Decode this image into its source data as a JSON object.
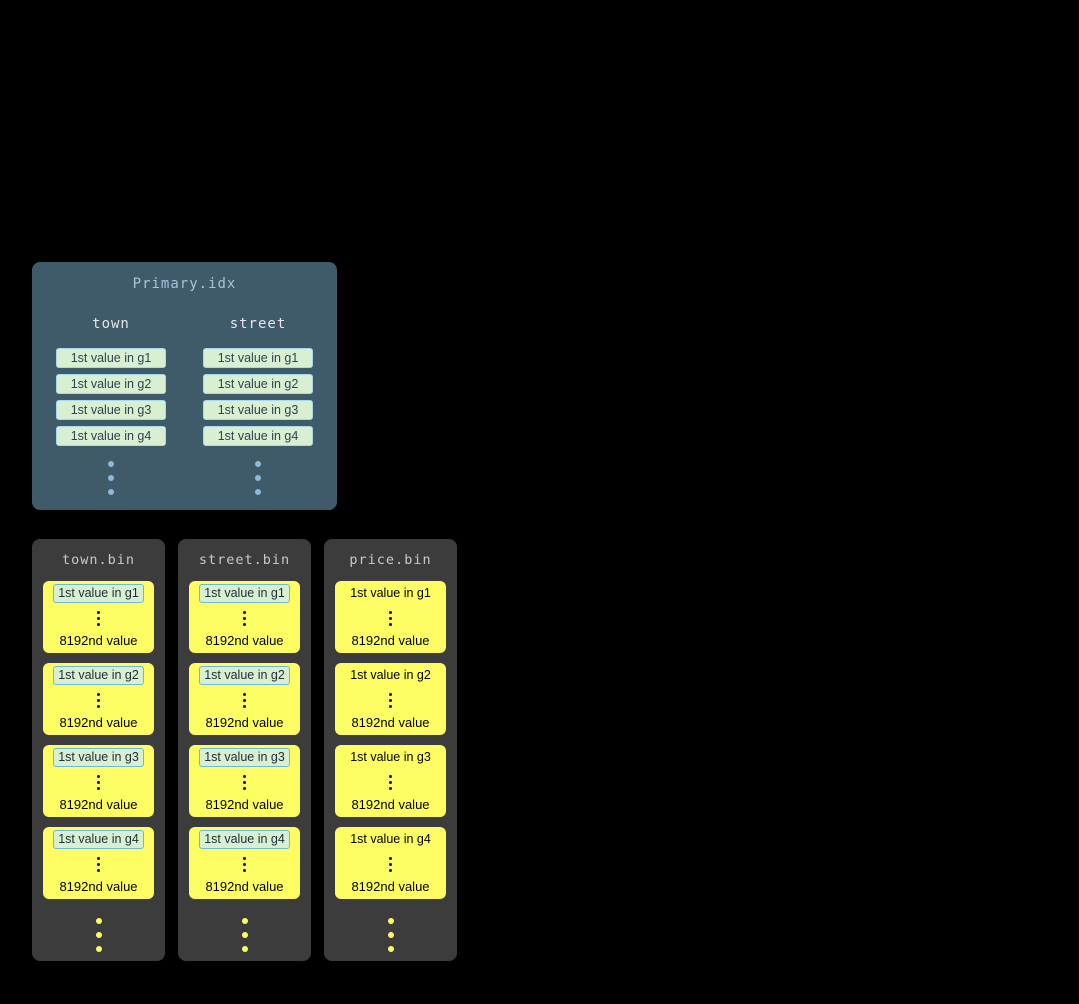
{
  "primary_index": {
    "title": "Primary.idx",
    "columns": [
      {
        "name": "town",
        "entries": [
          "1st value in g1",
          "1st value in g2",
          "1st value in g3",
          "1st value in g4"
        ]
      },
      {
        "name": "street",
        "entries": [
          "1st value in g1",
          "1st value in g2",
          "1st value in g3",
          "1st value in g4"
        ]
      }
    ]
  },
  "bin_files": [
    {
      "title": "town.bin",
      "granules": [
        {
          "first": "1st value in g1",
          "last": "8192nd value"
        },
        {
          "first": "1st value in g2",
          "last": "8192nd value"
        },
        {
          "first": "1st value in g3",
          "last": "8192nd value"
        },
        {
          "first": "1st value in g4",
          "last": "8192nd value"
        }
      ]
    },
    {
      "title": "street.bin",
      "granules": [
        {
          "first": "1st value in g1",
          "last": "8192nd value"
        },
        {
          "first": "1st value in g2",
          "last": "8192nd value"
        },
        {
          "first": "1st value in g3",
          "last": "8192nd value"
        },
        {
          "first": "1st value in g4",
          "last": "8192nd value"
        }
      ]
    },
    {
      "title": "price.bin",
      "granules": [
        {
          "first": "1st value in g1",
          "last": "8192nd value"
        },
        {
          "first": "1st value in g2",
          "last": "8192nd value"
        },
        {
          "first": "1st value in g3",
          "last": "8192nd value"
        },
        {
          "first": "1st value in g4",
          "last": "8192nd value"
        }
      ]
    }
  ],
  "colors": {
    "background": "#000000",
    "primary_panel": "#3f5a68",
    "primary_title_text": "#a5c4de",
    "column_header_text": "#e6e6e6",
    "index_entry_green": "#d9efd2",
    "index_entry_border": "#a9d8ec",
    "bin_panel": "#3c3c3c",
    "bin_title_text": "#c9c9c9",
    "granule_yellow": "#fdfd63",
    "highlight_border": "#6cb8d8",
    "dot_blue": "#8fb9d9",
    "dot_yellow": "#fdfd63"
  }
}
